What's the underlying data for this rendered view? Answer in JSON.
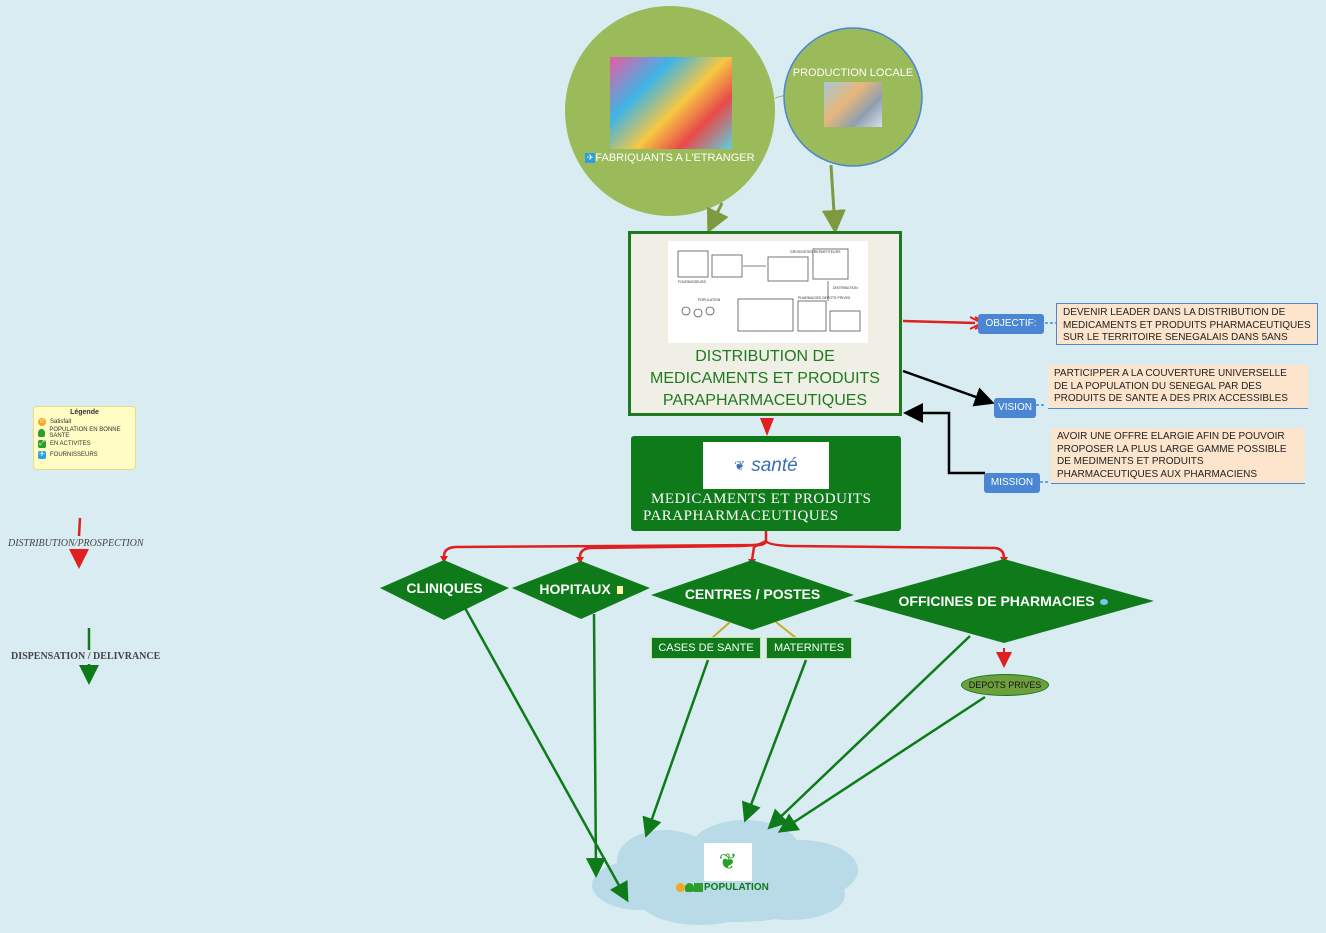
{
  "legend": {
    "title": "Légende",
    "items": [
      {
        "label": "Satisfait",
        "color": "#f5a623",
        "icon": "smiley-icon"
      },
      {
        "label": "POPULATION EN BONNE SANTE",
        "color": "#2aa02a",
        "icon": "person-icon"
      },
      {
        "label": "EN ACTIVITES",
        "color": "#2aa02a",
        "icon": "activity-icon"
      },
      {
        "label": "FOURNISSEURS",
        "color": "#2d9fe0",
        "icon": "plane-icon"
      }
    ]
  },
  "side": {
    "distribution": "DISTRIBUTION/PROSPECTION",
    "dispensation": "DISPENSATION / DELIVRANCE"
  },
  "suppliers": {
    "foreign": "FABRIQUANTS A L'ETRANGER",
    "local": "PRODUCTION LOCALE"
  },
  "central": {
    "title_line1": "DISTRIBUTION DE",
    "title_line2": "MEDICAMENTS ET PRODUITS",
    "title_line3": "PARAPHARMACEUTIQUES",
    "sketch_labels": [
      "FOURNISSEURS",
      "DISTRIBUTION",
      "POPULATION",
      "PHARMACIES DEPOTS PRIVES",
      "GROSSISTES REPARTITEURS"
    ]
  },
  "med_box": {
    "logo_text": "santé",
    "line1": "MEDICAMENTS ET PRODUITS",
    "line2": "PARAPHARMACEUTIQUES"
  },
  "tags": {
    "objectif": "OBJECTIF:",
    "vision": "VISION",
    "mission": "MISSION"
  },
  "notes": {
    "objectif": "DEVENIR LEADER DANS LA DISTRIBUTION DE MEDICAMENTS ET PRODUITS PHARMACEUTIQUES SUR LE TERRITOIRE SENEGALAIS DANS 5ANS",
    "vision": "PARTICIPPER A LA COUVERTURE UNIVERSELLE DE LA POPULATION DU SENEGAL PAR DES PRODUITS DE SANTE A DES PRIX ACCESSIBLES",
    "mission": "AVOIR UNE OFFRE ELARGIE AFIN DE POUVOIR PROPOSER LA PLUS LARGE GAMME POSSIBLE DE MEDIMENTS ET PRODUITS PHARMACEUTIQUES AUX PHARMACIENS"
  },
  "outlets": {
    "cliniques": "CLINIQUES",
    "hopitaux": "HOPITAUX",
    "centres": "CENTRES / POSTES",
    "officines": "OFFICINES DE PHARMACIES",
    "cases": "CASES DE SANTE",
    "maternites": "MATERNITES",
    "depots": "DEPOTS PRIVES"
  },
  "population": {
    "label": "POPULATION"
  },
  "colors": {
    "background": "#d9ecf2",
    "dark_green": "#0e7a1a",
    "olive": "#9bba59",
    "red": "#e02020",
    "blue": "#4a86d4"
  }
}
